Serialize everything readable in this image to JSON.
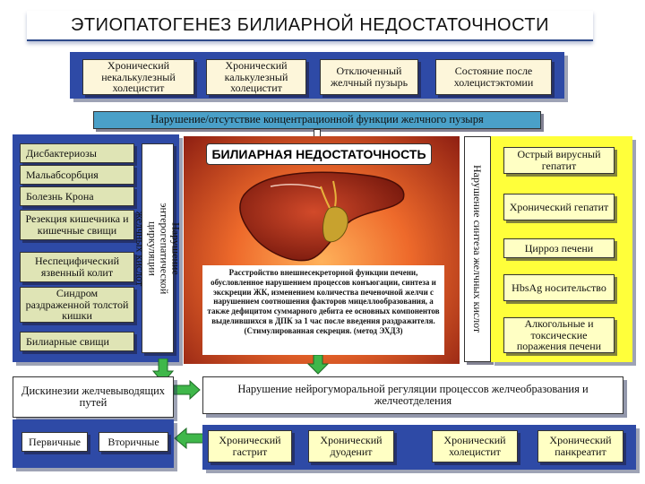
{
  "title": "ЭТИОПАТОГЕНЕЗ БИЛИАРНОЙ НЕДОСТАТОЧНОСТИ",
  "top_causes": [
    "Хронический некалькулезный холецистит",
    "Хронический калькулезный холецистит",
    "Отключенный желчный пузырь",
    "Состояние после холецистэктомии"
  ],
  "concentration_bar": "Нарушение/отсутствие концентрационной функции желчного пузыря",
  "left_causes": [
    "Дисбактериозы",
    "Мальабсорбция",
    "Болезнь Крона",
    "Резекция кишечника и кишечные свищи",
    "Неспецифический язвенный колит",
    "Синдром раздраженной толстой кишки",
    "Билиарные свищи"
  ],
  "left_vertical": "Нарушение энтерогепатической циркуляции желчных кислот",
  "center": {
    "title": "БИЛИАРНАЯ НЕДОСТАТОЧНОСТЬ",
    "description": "Расстройство внешнесекреторной функции печени, обусловленное нарушением процессов конъюгации, синтеза и экскреции ЖК, изменением количества печеночной желчи с нарушением соотношения факторов мицеллообразования, а также дефицитом суммарного дебита ее основных компонентов выделившихся в ДПК за 1 час после введения раздражителя. (Стимулированная секреция. (метод ЭХДЗ)"
  },
  "right_vertical": "Нарушение синтеза желчных кислот",
  "right_causes": [
    "Острый вирусный гепатит",
    "Хронический гепатит",
    "Цирроз печени",
    "HbsAg носительство",
    "Алкогольные и токсические поражения печени"
  ],
  "dyskinesia": "Дискинезии желчевыводящих путей",
  "dyskinesia_types": [
    "Первичные",
    "Вторичные"
  ],
  "neuro_bar": "Нарушение нейрогуморальной регуляции процессов желчеобразования и желчеотделения",
  "bottom_causes": [
    "Хронический гастрит",
    "Хронический дуоденит",
    "Хронический холецистит",
    "Хронический панкреатит"
  ],
  "colors": {
    "panel_blue": "#2e4aa6",
    "cream": "#fdf6da",
    "olive": "#dfe4b5",
    "lemon": "#ffffc4",
    "arrow_green": "#3fb74a",
    "bar_blue": "#4aa0c8"
  }
}
